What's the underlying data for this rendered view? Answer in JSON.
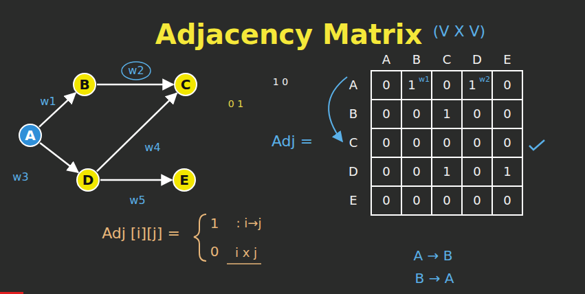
{
  "diagram": {
    "title": "Adjacency Matrix",
    "nodes": [
      {
        "text": [
          "A"
        ]
      },
      {
        "text": [
          "B"
        ]
      },
      {
        "text": [
          "C"
        ]
      },
      {
        "text": [
          "D"
        ]
      },
      {
        "text": [
          "E"
        ]
      }
    ],
    "edges": [
      {
        "from": 0,
        "to": 1,
        "arrow": "to",
        "label": "w1"
      },
      {
        "from": 1,
        "to": 2,
        "arrow": "to",
        "label": "w2"
      },
      {
        "from": 0,
        "to": 3,
        "arrow": "to",
        "label": "w3"
      },
      {
        "from": 3,
        "to": 2,
        "arrow": "to",
        "label": "w4"
      },
      {
        "from": 3,
        "to": 4,
        "arrow": "to",
        "label": "w5"
      }
    ],
    "labels": [
      "(V X V)",
      "Adj =",
      "A",
      "B",
      "C",
      "D",
      "E",
      "A",
      "B",
      "C",
      "D",
      "E",
      "0",
      "1",
      "0",
      "1",
      "0",
      "0",
      "0",
      "1",
      "0",
      "0",
      "0",
      "0",
      "0",
      "0",
      "0",
      "0",
      "0",
      "1",
      "0",
      "1",
      "0",
      "0",
      "0",
      "0",
      "0",
      "w1",
      "w2",
      "Adj [i][j] =",
      "1",
      ": i→j",
      "0",
      "i x j",
      "A → B",
      "B → A",
      "0 1",
      "1 0"
    ]
  }
}
